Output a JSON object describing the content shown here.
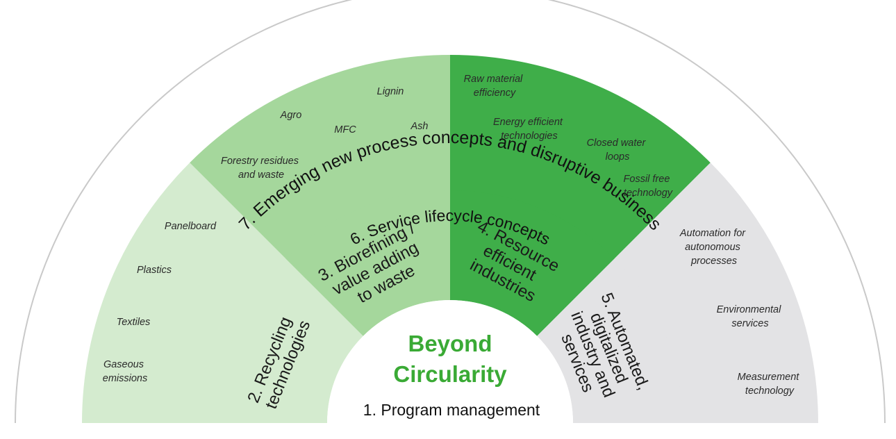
{
  "diagram": {
    "center": {
      "title_line1": "Beyond",
      "title_line2": "Circularity",
      "subtitle": "1. Program management"
    },
    "rings": {
      "outer_title": "7. Emerging new process concepts and disruptive business",
      "middle_title": "6. Service lifecycle concepts"
    },
    "segments": [
      {
        "label_lines": [
          "2. Recycling",
          "technologies"
        ]
      },
      {
        "label_lines": [
          "3. Biorefining /",
          "value adding",
          "to waste"
        ]
      },
      {
        "label_lines": [
          "4. Resource",
          "efficient",
          "industries"
        ]
      },
      {
        "label_lines": [
          "5. Automated,",
          "digitalized",
          "industry and",
          "services"
        ]
      }
    ],
    "outer_items": {
      "recycling": [
        "Panelboard",
        "Plastics",
        "Textiles",
        [
          "Gaseous",
          "emissions"
        ]
      ],
      "biorefining": [
        "Lignin",
        "Agro",
        "MFC",
        "Ash",
        [
          "Forestry residues",
          "and waste"
        ]
      ],
      "resource": [
        [
          "Raw material",
          "efficiency"
        ],
        [
          "Energy efficient",
          "technologies"
        ],
        [
          "Closed water",
          "loops"
        ],
        [
          "Fossil free",
          "technology"
        ]
      ],
      "automated": [
        [
          "Automation for",
          "autonomous",
          "processes"
        ],
        [
          "Environmental",
          "services"
        ],
        [
          "Measurement",
          "technology"
        ]
      ]
    },
    "colors": {
      "recycling": "#d4ebcf",
      "biorefining": "#a5d79c",
      "resource": "#3fae49",
      "automated": "#e3e3e5",
      "accent_text": "#3aaa35",
      "outline": "#c9c9c9"
    }
  }
}
